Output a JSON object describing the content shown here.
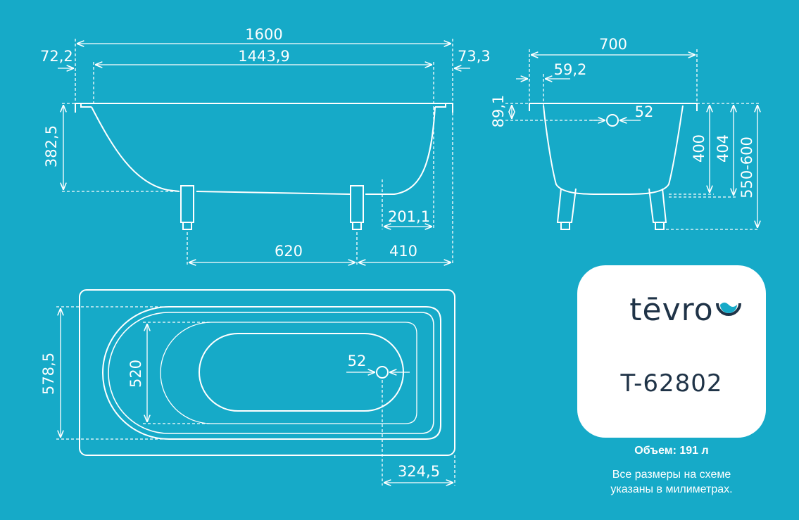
{
  "dimensions": {
    "total_length": "1600",
    "inner_length": "1443,9",
    "left_rim": "72,2",
    "right_rim": "73,3",
    "depth_side": "382,5",
    "drain_offset": "201,1",
    "leg_spacing": "620",
    "leg_to_end": "410",
    "total_width": "700",
    "side_rim": "59,2",
    "rim_height": "89,1",
    "drain_diameter_side": "52",
    "depth": "400",
    "depth_full": "404",
    "height_range": "550-600",
    "outer_width_top": "578,5",
    "inner_width_top": "520",
    "drain_diameter_top": "52",
    "drain_from_end": "324,5"
  },
  "brand": {
    "logo_text": "tēvro",
    "model": "T-62802"
  },
  "info": {
    "volume": "Объем: 191 л",
    "note_line1": "Все размеры на схеме",
    "note_line2": "указаны в милиметрах."
  },
  "colors": {
    "background": "#16aac8",
    "line": "#ffffff",
    "logo_text": "#1f3347",
    "logo_accent": "#16aac8"
  }
}
